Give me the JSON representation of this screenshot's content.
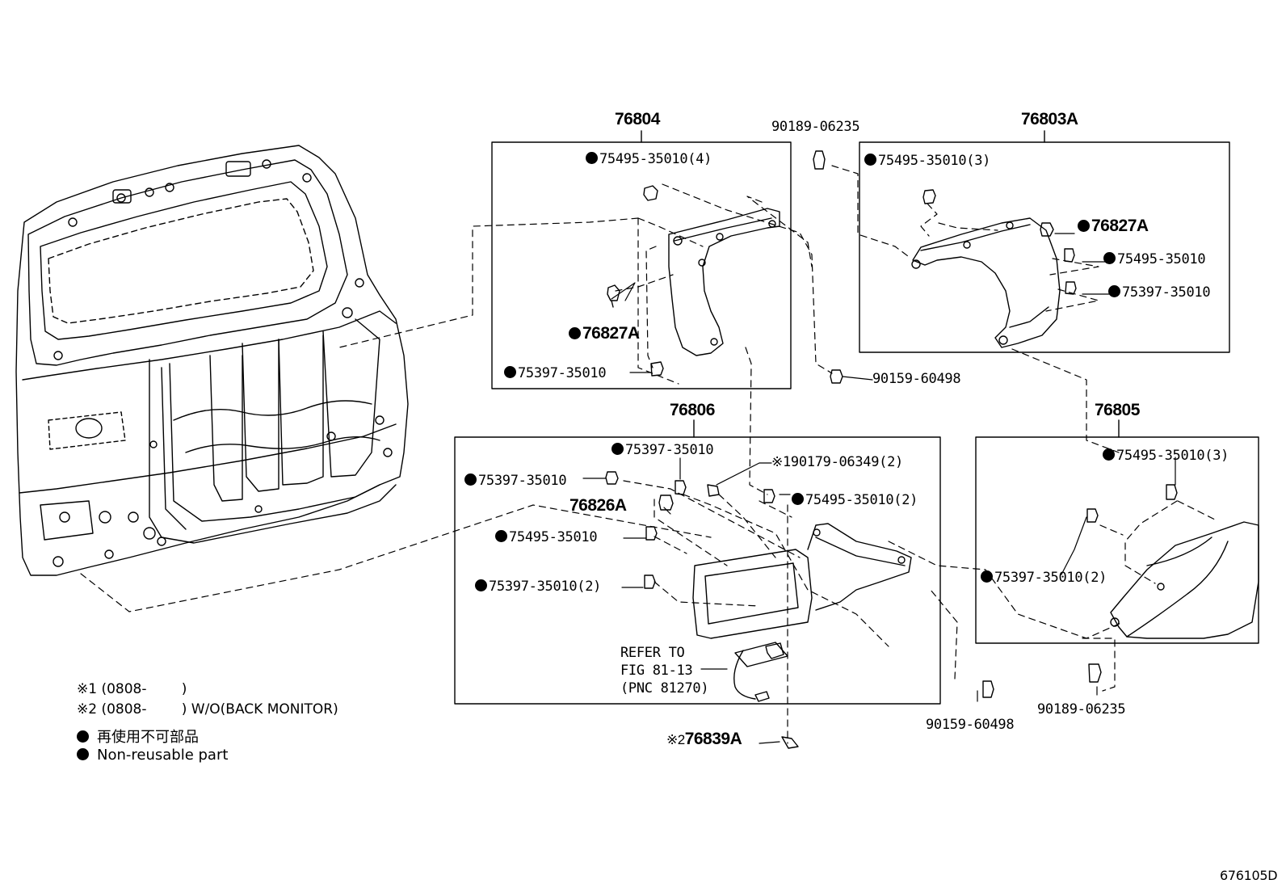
{
  "groups": {
    "g76804": "76804",
    "g76803A": "76803A",
    "g76806": "76806",
    "g76805": "76805"
  },
  "labels": {
    "l1": "75495-35010(4)",
    "l2": "76827A",
    "l3": "75397-35010",
    "l4": "90189-06235",
    "l5": "75495-35010(3)",
    "l6": "76827A",
    "l7": "75495-35010",
    "l8": "75397-35010",
    "l9": "90159-60498",
    "l10": "75397-35010",
    "l11": "75397-35010",
    "l12": "76826A",
    "l13": "75495-35010",
    "l14": "75397-35010(2)",
    "l15": "90179-06349(2)",
    "l15_mark": "※1",
    "l16": "75495-35010(2)",
    "l17": "75495-35010(3)",
    "l18": "75397-35010(2)",
    "l19": "90159-60498",
    "l20": "90189-06235",
    "l21": "76839A",
    "l21_mark": "※2"
  },
  "refer": {
    "line1": "REFER TO",
    "line2": "FIG 81-13",
    "line3": "(PNC 81270)"
  },
  "notes": {
    "n1": "※1 (0808-        )",
    "n2": "※2 (0808-        ) W/O(BACK MONITOR)"
  },
  "legend": {
    "jp": "再使用不可部品",
    "en": "Non-reusable part"
  },
  "figure_id": "676105D"
}
